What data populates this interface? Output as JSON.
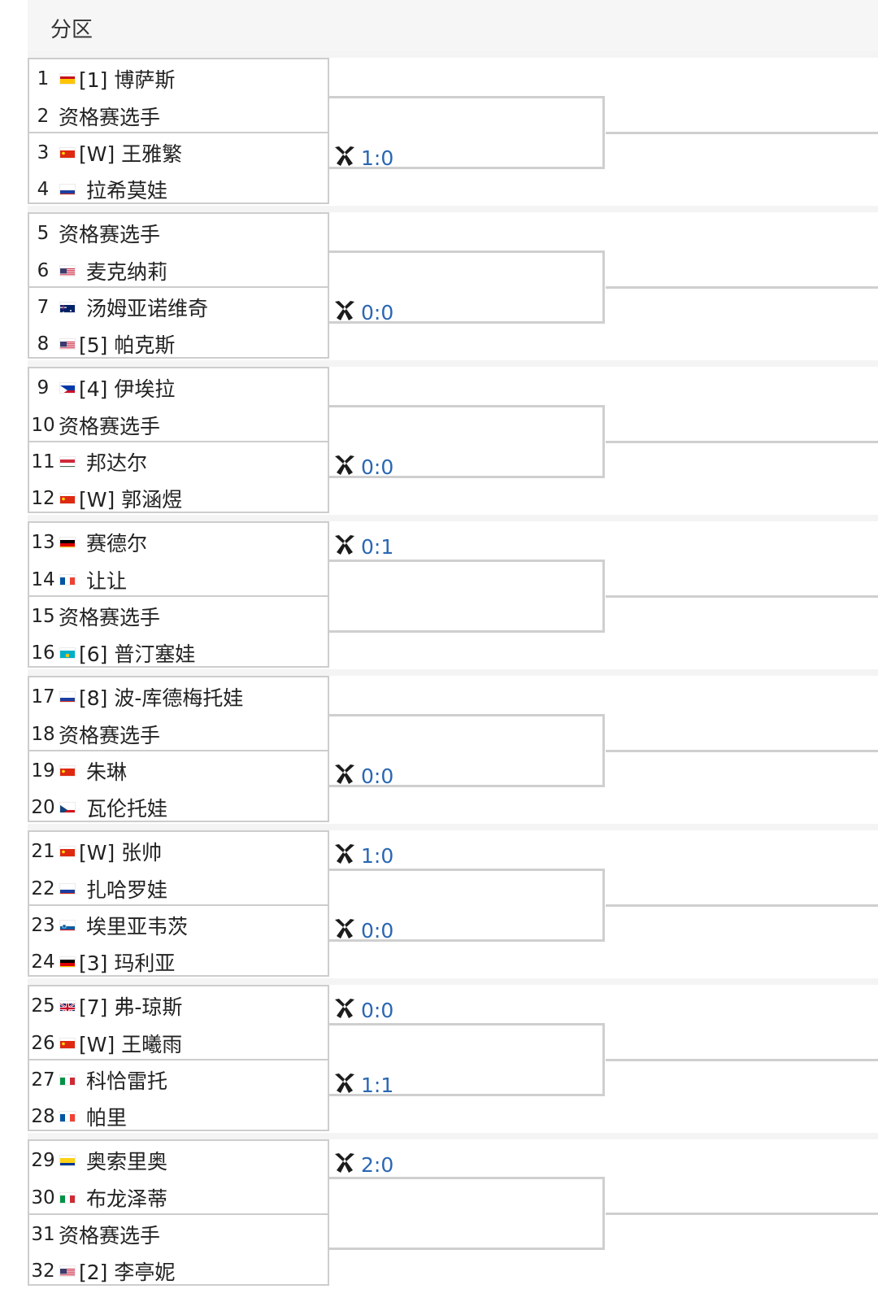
{
  "header": {
    "title": "分区"
  },
  "colors": {
    "score": "#2a67b3",
    "line": "#cfcfcf",
    "band": "#f4f4f4"
  },
  "players": [
    {
      "num": "1",
      "flag": "ESP",
      "name": "[1] 博萨斯"
    },
    {
      "num": "2",
      "flag": "",
      "name": "资格赛选手"
    },
    {
      "num": "3",
      "flag": "CHN",
      "name": "[W] 王雅繁"
    },
    {
      "num": "4",
      "flag": "RUS",
      "name": "拉希莫娃"
    },
    {
      "num": "5",
      "flag": "",
      "name": "资格赛选手"
    },
    {
      "num": "6",
      "flag": "USA",
      "name": "麦克纳莉"
    },
    {
      "num": "7",
      "flag": "AUS",
      "name": "汤姆亚诺维奇"
    },
    {
      "num": "8",
      "flag": "USA",
      "name": "[5] 帕克斯"
    },
    {
      "num": "9",
      "flag": "PHI",
      "name": "[4] 伊埃拉"
    },
    {
      "num": "10",
      "flag": "",
      "name": "资格赛选手"
    },
    {
      "num": "11",
      "flag": "HUN",
      "name": "邦达尔"
    },
    {
      "num": "12",
      "flag": "CHN",
      "name": "[W] 郭涵煜"
    },
    {
      "num": "13",
      "flag": "GER",
      "name": "赛德尔"
    },
    {
      "num": "14",
      "flag": "FRA",
      "name": "让让"
    },
    {
      "num": "15",
      "flag": "",
      "name": "资格赛选手"
    },
    {
      "num": "16",
      "flag": "KAZ",
      "name": "[6] 普汀塞娃"
    },
    {
      "num": "17",
      "flag": "RUS",
      "name": "[8] 波-库德梅托娃"
    },
    {
      "num": "18",
      "flag": "",
      "name": "资格赛选手"
    },
    {
      "num": "19",
      "flag": "CHN",
      "name": "朱琳"
    },
    {
      "num": "20",
      "flag": "CZE",
      "name": "瓦伦托娃"
    },
    {
      "num": "21",
      "flag": "CHN",
      "name": "[W] 张帅"
    },
    {
      "num": "22",
      "flag": "RUS",
      "name": "扎哈罗娃"
    },
    {
      "num": "23",
      "flag": "SLO",
      "name": "埃里亚韦茨"
    },
    {
      "num": "24",
      "flag": "GER",
      "name": "[3] 玛利亚"
    },
    {
      "num": "25",
      "flag": "GBR",
      "name": "[7] 弗-琼斯"
    },
    {
      "num": "26",
      "flag": "CHN",
      "name": "[W] 王曦雨"
    },
    {
      "num": "27",
      "flag": "ITA",
      "name": "科恰雷托"
    },
    {
      "num": "28",
      "flag": "FRA",
      "name": "帕里"
    },
    {
      "num": "29",
      "flag": "COL",
      "name": "奥索里奥"
    },
    {
      "num": "30",
      "flag": "ITA",
      "name": "布龙泽蒂"
    },
    {
      "num": "31",
      "flag": "",
      "name": "资格赛选手"
    },
    {
      "num": "32",
      "flag": "USA",
      "name": "[2] 李亭妮"
    }
  ],
  "scores": [
    {
      "group": 0,
      "slot": "bottom",
      "value": "1:0"
    },
    {
      "group": 1,
      "slot": "bottom",
      "value": "0:0"
    },
    {
      "group": 2,
      "slot": "bottom",
      "value": "0:0"
    },
    {
      "group": 3,
      "slot": "top",
      "value": "0:1"
    },
    {
      "group": 4,
      "slot": "bottom",
      "value": "0:0"
    },
    {
      "group": 5,
      "slot": "top",
      "value": "1:0"
    },
    {
      "group": 5,
      "slot": "bottom",
      "value": "0:0"
    },
    {
      "group": 6,
      "slot": "top",
      "value": "0:0"
    },
    {
      "group": 6,
      "slot": "bottom",
      "value": "1:1"
    },
    {
      "group": 7,
      "slot": "top",
      "value": "2:0"
    }
  ]
}
